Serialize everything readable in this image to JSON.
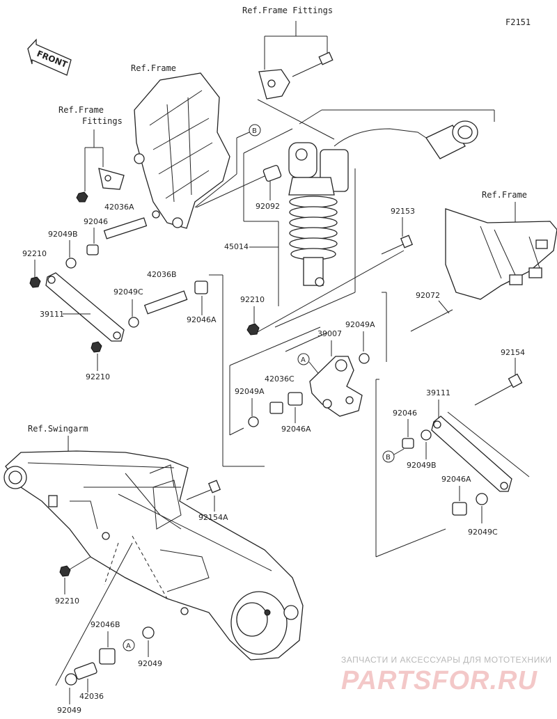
{
  "figure_id": "F2151",
  "front_badge": "FRONT",
  "refs": {
    "frame_fittings_top": "Ref.Frame Fittings",
    "frame_left": "Ref.Frame",
    "frame_fittings_left_line1": "Ref.Frame",
    "frame_fittings_left_line2": "Fittings",
    "frame_right": "Ref.Frame",
    "swingarm": "Ref.Swingarm"
  },
  "markers": {
    "a": "A",
    "b": "B"
  },
  "parts": {
    "p92092": "92092",
    "p45014": "45014",
    "p92153": "92153",
    "p92072": "92072",
    "p42036A": "42036A",
    "p92046_top": "92046",
    "p92049B_left": "92049B",
    "p92210_left_top": "92210",
    "p39111_left": "39111",
    "p92049C_left": "92049C",
    "p42036B": "42036B",
    "p92046A_left": "92046A",
    "p92210_left_bottom": "92210",
    "p92210_mid": "92210",
    "p39007": "39007",
    "p92049A_right": "92049A",
    "p42036C": "42036C",
    "p92049A_left": "92049A",
    "p92046A_mid": "92046A",
    "p92154": "92154",
    "p39111_right": "39111",
    "p92046_right": "92046",
    "p92049B_right": "92049B",
    "p92046A_right": "92046A",
    "p92049C_right": "92049C",
    "p92154A": "92154A",
    "p92210_bottom": "92210",
    "p92046B": "92046B",
    "p92049_bottom_right": "92049",
    "p42036": "42036",
    "p92049_bottom_left": "92049"
  },
  "watermark": {
    "subtitle": "ЗАПЧАСТИ И АКСЕССУАРЫ ДЛЯ МОТОТЕХНИКИ",
    "brand": "PARTSFOR.RU"
  }
}
